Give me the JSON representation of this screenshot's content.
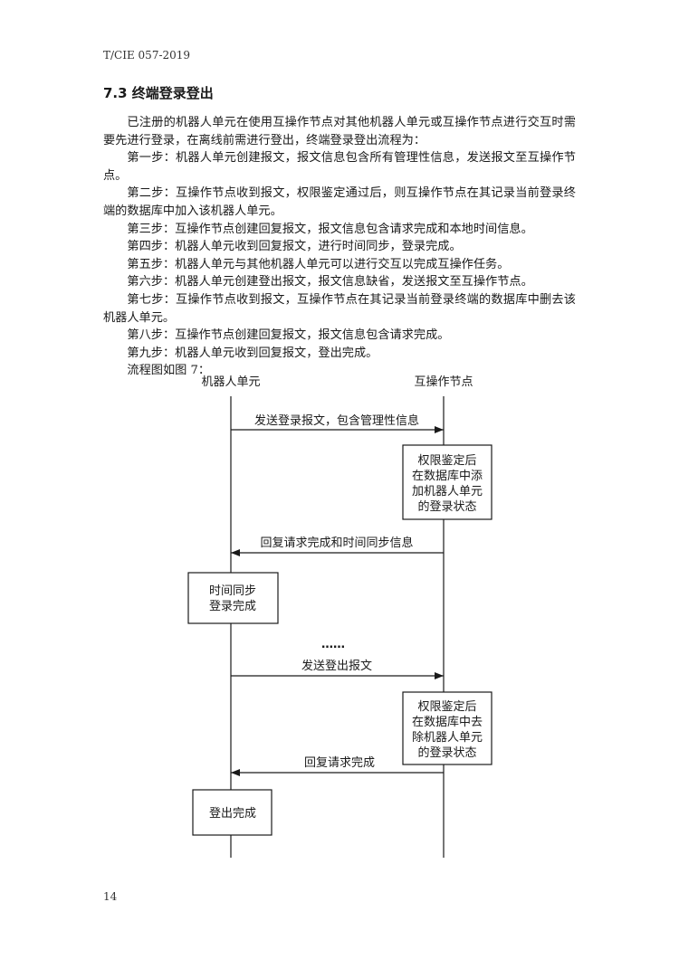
{
  "header": {
    "doc_code": "T/CIE 057-2019"
  },
  "section": {
    "title": "7.3 终端登录登出"
  },
  "paragraphs": [
    "已注册的机器人单元在使用互操作节点对其他机器人单元或互操作节点进行交互时需要先进行登录，在离线前需进行登出，终端登录登出流程为：",
    "第一步：机器人单元创建报文，报文信息包含所有管理性信息，发送报文至互操作节点。",
    "第二步：互操作节点收到报文，权限鉴定通过后，则互操作节点在其记录当前登录终端的数据库中加入该机器人单元。",
    "第三步：互操作节点创建回复报文，报文信息包含请求完成和本地时间信息。",
    "第四步：机器人单元收到回复报文，进行时间同步，登录完成。",
    "第五步：机器人单元与其他机器人单元可以进行交互以完成互操作任务。",
    "第六步：机器人单元创建登出报文，报文信息缺省，发送报文至互操作节点。",
    "第七步：互操作节点收到报文，互操作节点在其记录当前登录终端的数据库中删去该机器人单元。",
    "第八步：互操作节点创建回复报文，报文信息包含请求完成。",
    "第九步：机器人单元收到回复报文，登出完成。",
    "流程图如图 7："
  ],
  "diagram": {
    "participants": {
      "left": "机器人单元",
      "right": "互操作节点"
    },
    "messages": {
      "m1": "发送登录报文，包含管理性信息",
      "m2": "回复请求完成和时间同步信息",
      "m3": "发送登出报文",
      "m4": "回复请求完成"
    },
    "boxes": {
      "b1": [
        "权限鉴定后",
        "在数据库中添",
        "加机器人单元",
        "的登录状态"
      ],
      "b2": [
        "时间同步",
        "登录完成"
      ],
      "b3": [
        "权限鉴定后",
        "在数据库中去",
        "除机器人单元",
        "的登录状态"
      ],
      "b4": [
        "登出完成"
      ]
    },
    "ellipsis": "……"
  },
  "footer": {
    "page_number": "14"
  }
}
